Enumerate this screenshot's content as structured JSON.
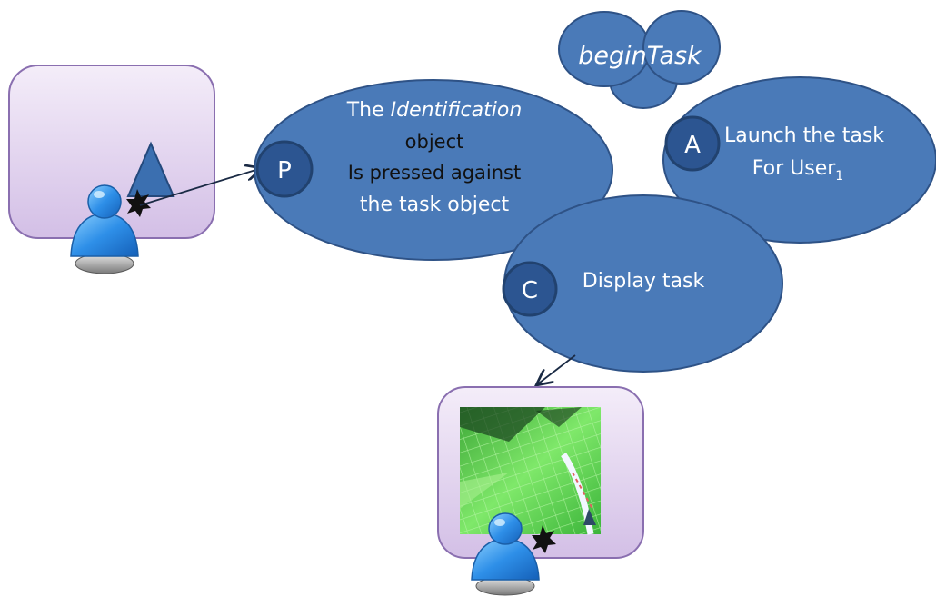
{
  "cloud": {
    "label": "beginTask"
  },
  "ellipse_p": {
    "badge": "P",
    "line1_prefix": "The ",
    "line1_italic": "Identification",
    "line2": "object",
    "line3": "Is pressed against",
    "line4": "the task object"
  },
  "ellipse_a": {
    "badge": "A",
    "line1": "Launch the task",
    "line2_main": "For User",
    "line2_sub": "1"
  },
  "ellipse_c": {
    "badge": "C",
    "line1": "Display task"
  },
  "colors": {
    "ellipse_fill": "#4a7ab8",
    "ellipse_stroke": "#2e5286",
    "badge_fill": "#2c5591",
    "box_fill_top": "#f1e8f7",
    "box_fill_bottom": "#d5c2e8",
    "box_stroke": "#8a6fb0",
    "user_blue": "#2d8ce6"
  }
}
